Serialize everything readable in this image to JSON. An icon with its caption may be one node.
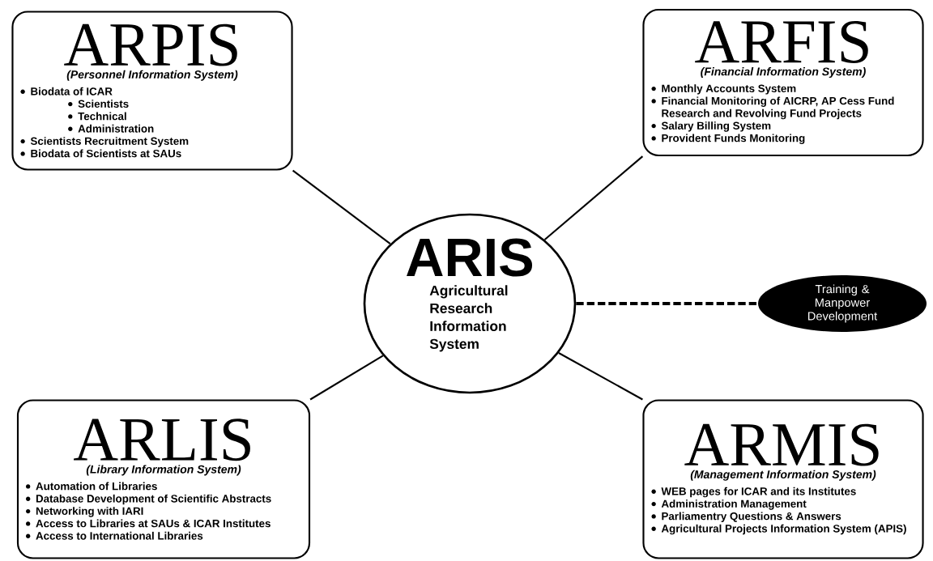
{
  "diagram": {
    "nodes": [
      {
        "text": [
          "ARIS",
          "Agricultural Research Information System"
        ]
      },
      {
        "text": [
          "ARPIS",
          "(Personnel Information System)",
          "Biodata of ICAR",
          "Scientists",
          "Technical",
          "Administration",
          "Scientists Recruitment System",
          "Biodata of Scientists at SAUs"
        ]
      },
      {
        "text": [
          "ARFIS",
          "(Financial Information System)",
          "Monthly Accounts System",
          "Financial Monitoring of AICRP, AP Cess Fund Research and Revolving Fund Projects",
          "Salary Billing System",
          "Provident Funds Monitoring"
        ]
      },
      {
        "text": [
          "ARLIS",
          "(Library Information System)",
          "Automation of Libraries",
          "Database Development of Scientific Abstracts",
          "Networking with IARI",
          "Access to Libraries at SAUs & ICAR Institutes",
          "Access to International Libraries"
        ]
      },
      {
        "text": [
          "ARMIS",
          "(Management Information System)",
          "WEB pages for ICAR and its Institutes",
          "Administration Management",
          "Parliamentry Questions & Answers",
          "Agricultural Projects Information System (APIS)"
        ]
      },
      {
        "text": [
          "Training & Manpower Development"
        ]
      }
    ],
    "edges": [
      {
        "from": 0,
        "to": 1,
        "arrow": "none"
      },
      {
        "from": 0,
        "to": 2,
        "arrow": "none"
      },
      {
        "from": 0,
        "to": 3,
        "arrow": "none"
      },
      {
        "from": 0,
        "to": 4,
        "arrow": "none"
      },
      {
        "from": 0,
        "to": 5,
        "arrow": "none",
        "style": "dashed"
      }
    ]
  }
}
